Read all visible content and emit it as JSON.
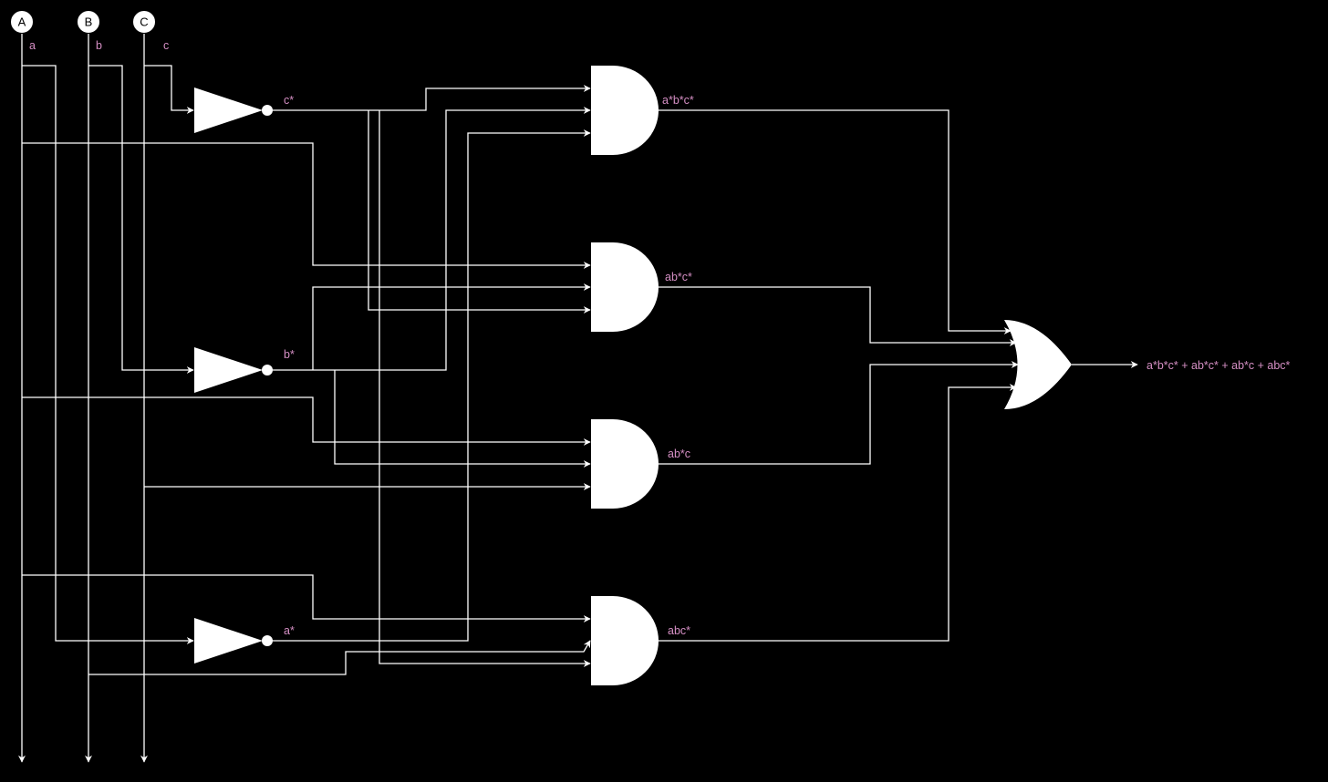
{
  "colors": {
    "background": "#000000",
    "wire": "#ffffff",
    "label": "#d58fc4"
  },
  "inputs": [
    {
      "name": "A",
      "signal": "a"
    },
    {
      "name": "B",
      "signal": "b"
    },
    {
      "name": "C",
      "signal": "c"
    }
  ],
  "inverters": [
    {
      "output": "c*"
    },
    {
      "output": "b*"
    },
    {
      "output": "a*"
    }
  ],
  "and_gates": [
    {
      "output": "a*b*c*"
    },
    {
      "output": "ab*c*"
    },
    {
      "output": "ab*c"
    },
    {
      "output": "abc*"
    }
  ],
  "or_gate": {
    "output": "a*b*c* + ab*c* + ab*c + abc*"
  }
}
